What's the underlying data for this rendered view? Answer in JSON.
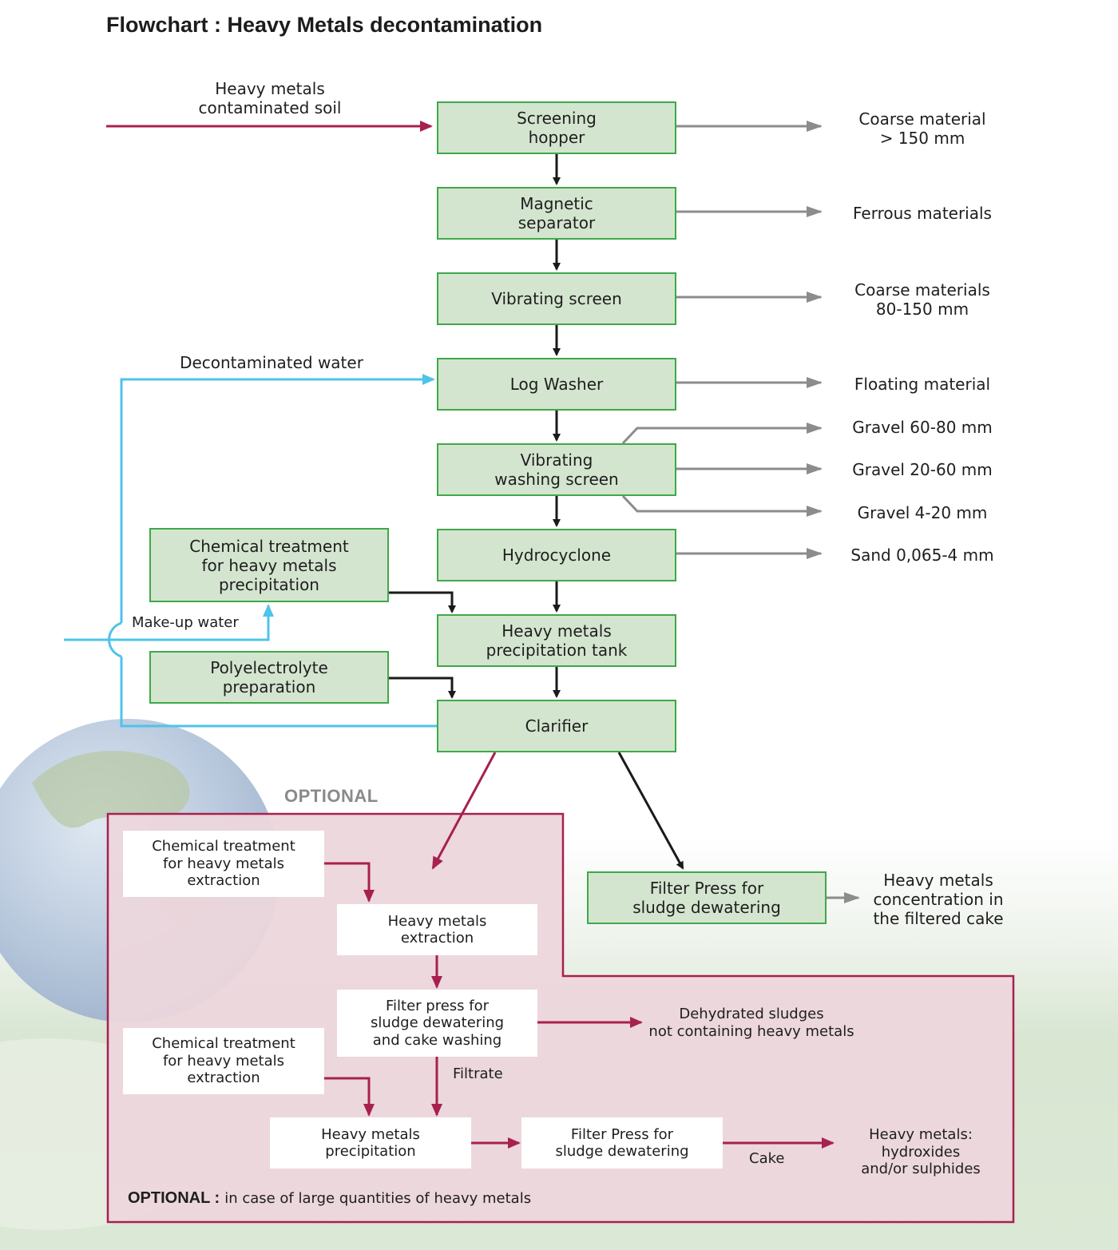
{
  "title": "Flowchart : Heavy Metals decontamination",
  "colors": {
    "box_fill": "#d4e5cf",
    "box_border": "#3fa84a",
    "feed_line": "#a8204f",
    "water_line": "#4fc3e8",
    "byproduct_line": "#8c8c8c",
    "main_flow": "#1a1a1a",
    "optional_area": "#ecd6dc",
    "optional_border": "#a8204f"
  },
  "inputs": {
    "soil": "Heavy metals\ncontaminated soil",
    "decontaminated_water": "Decontaminated water",
    "makeup_water": "Make-up water"
  },
  "process": {
    "screening_hopper": "Screening\nhopper",
    "magnetic_separator": "Magnetic\nseparator",
    "vibrating_screen": "Vibrating screen",
    "log_washer": "Log Washer",
    "vibrating_washing_screen": "Vibrating\nwashing screen",
    "hydrocyclone": "Hydrocyclone",
    "precipitation_tank": "Heavy metals\nprecipitation tank",
    "clarifier": "Clarifier",
    "chemical_treatment": "Chemical treatment\nfor heavy metals\nprecipitation",
    "polyelectrolyte": "Polyelectrolyte\npreparation",
    "filter_press": "Filter Press for\nsludge dewatering"
  },
  "outputs": {
    "coarse_150": "Coarse material\n> 150 mm",
    "ferrous": "Ferrous materials",
    "coarse_80_150": "Coarse materials\n80-150 mm",
    "floating": "Floating material",
    "gravel_60_80": "Gravel 60-80 mm",
    "gravel_20_60": "Gravel 20-60 mm",
    "gravel_4_20": "Gravel 4-20 mm",
    "sand": "Sand 0,065-4 mm",
    "filtered_cake": "Heavy metals\nconcentration in\nthe filtered cake"
  },
  "optional": {
    "heading": "OPTIONAL",
    "chem_extraction_1": "Chemical treatment\nfor heavy metals\nextraction",
    "extraction": "Heavy metals\nextraction",
    "filter_press_washing": "Filter press for\nsludge dewatering\nand cake washing",
    "dehydrated_sludges": "Dehydrated sludges\nnot containing heavy metals",
    "filtrate": "Filtrate",
    "chem_extraction_2": "Chemical treatment\nfor heavy metals\nextraction",
    "precipitation": "Heavy metals\nprecipitation",
    "filter_press": "Filter Press for\nsludge dewatering",
    "cake": "Cake",
    "hydroxides": "Heavy metals: hydroxides\nand/or sulphides",
    "note_label": "OPTIONAL :",
    "note_text": "in case of large quantities of heavy metals"
  }
}
